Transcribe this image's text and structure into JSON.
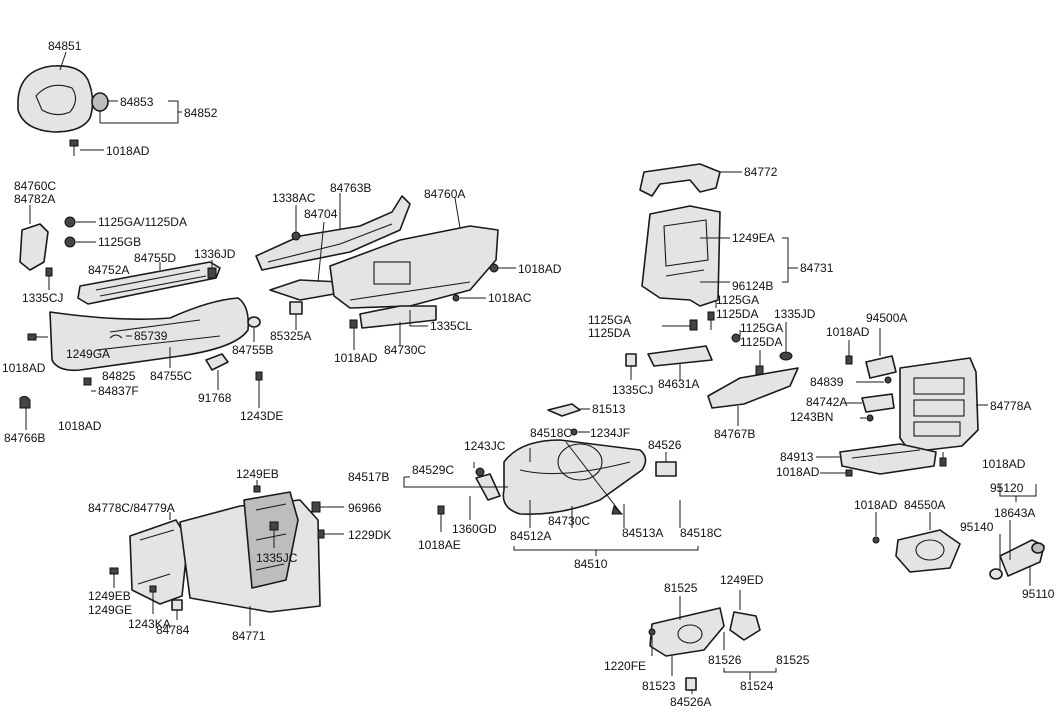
{
  "labels": {
    "l84851": "84851",
    "l84853": "84853",
    "l84852": "84852",
    "l1018AD_a": "1018AD",
    "l84760C": "84760C",
    "l84782A": "84782A",
    "l1125GA_1125DA": "1125GA/1125DA",
    "l1125GB": "1125GB",
    "l84752A": "84752A",
    "l1335CJ_a": "1335CJ",
    "l84755D": "84755D",
    "l1336JD": "1336JD",
    "l1338AC": "1338AC",
    "l84763B": "84763B",
    "l84704": "84704",
    "l84760A": "84760A",
    "l1018AD_b": "1018AD",
    "l1018AC": "1018AC",
    "l85325A": "85325A",
    "l1335CL": "1335CL",
    "l1018AD_c": "1018AD",
    "l84730C_a": "84730C",
    "l85739": "85739",
    "l1249GA": "1249GA",
    "l1018AD_d": "1018AD",
    "l84825": "84825",
    "l84755C": "84755C",
    "l84755B": "84755B",
    "l84837F": "84837F",
    "l91768": "91768",
    "l1243DE": "1243DE",
    "l1018AD_e": "1018AD",
    "l84766B": "84766B",
    "l84772": "84772",
    "l1249EA": "1249EA",
    "l84731": "84731",
    "l96124B": "96124B",
    "l1125GA_a": "1125GA",
    "l1125DA_a": "1125DA",
    "l1335JD": "1335JD",
    "l1125GA_b": "1125GA",
    "l1125DA_b": "1125DA",
    "l1125GA_c": "1125GA",
    "l1125DA_c": "1125DA",
    "l1335CJ_b": "1335CJ",
    "l84631A": "84631A",
    "l84767B": "84767B",
    "l1018AD_f": "1018AD",
    "l94500A": "94500A",
    "l84839": "84839",
    "l84742A": "84742A",
    "l84778A": "84778A",
    "l1243BN": "1243BN",
    "l84913": "84913",
    "l1018AD_g": "1018AD",
    "l1018AD_h": "1018AD",
    "l81513": "81513",
    "l1234JF": "1234JF",
    "l84518C_a": "84518C",
    "l1243JC": "1243JC",
    "l84517B": "84517B",
    "l84529C": "84529C",
    "l84526": "84526",
    "l1360GD": "1360GD",
    "l1018AE": "1018AE",
    "l84730C_b": "84730C",
    "l84512A": "84512A",
    "l84513A": "84513A",
    "l84518C_b": "84518C",
    "l84510": "84510",
    "l1249EB_a": "1249EB",
    "l84778C_84779A": "84778C/84779A",
    "l96966": "96966",
    "l1229DK": "1229DK",
    "l1335JC": "1335JC",
    "l1249EB_b": "1249EB",
    "l1249GE": "1249GE",
    "l1243KA": "1243KA",
    "l84784": "84784",
    "l84771": "84771",
    "l1018AD_i": "1018AD",
    "l84550A": "84550A",
    "l95120": "95120",
    "l18643A": "18643A",
    "l95140": "95140",
    "l95110": "95110",
    "l81525_a": "81525",
    "l1249ED": "1249ED",
    "l1220FE": "1220FE",
    "l81526": "81526",
    "l81525_b": "81525",
    "l81523": "81523",
    "l81524": "81524",
    "l84526A": "84526A"
  },
  "icons": {
    "fastener": "screw-icon",
    "clip": "clip-icon"
  },
  "colors": {
    "line": "#1a1a1a",
    "part_fill": "#e4e4e4",
    "part_shade": "#bdbdbd"
  }
}
